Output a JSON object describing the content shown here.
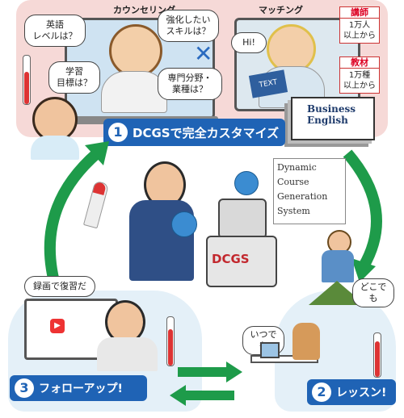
{
  "top": {
    "counseling_label": "カウンセリング",
    "matching_label": "マッチング",
    "bubbles": {
      "english_level": "英語\nレベルは？",
      "skills": "強化したい\nスキルは？",
      "goal": "学習\n目標は？",
      "field": "専門分野・\n業種は？",
      "hi": "Hi!"
    },
    "tags": [
      {
        "head": "講師",
        "body": "1万人\n以上から"
      },
      {
        "head": "教材",
        "body": "1万種\n以上から"
      }
    ],
    "textbook_cover": "TEXT",
    "business_english_book": "Business\nEnglish"
  },
  "banners": {
    "step1": {
      "num": "1",
      "label": "DCGSで完全カスタマイズ"
    },
    "step2": {
      "num": "2",
      "label": "レッスン!"
    },
    "step3": {
      "num": "3",
      "label": "フォローアップ!"
    }
  },
  "center": {
    "robot_label": "DCGS",
    "acronym": [
      "Dynamic",
      "Course",
      "Generation",
      "System"
    ]
  },
  "bottom": {
    "rewatch": "録画で復習だ",
    "anywhere": "どこでも",
    "anytime": "いつでも"
  },
  "colors": {
    "banner_blue": "#1f63b5",
    "arrow_green": "#1e9b4a",
    "top_bg": "#f6d9d7",
    "bottom_bg": "#e4f0f8"
  }
}
